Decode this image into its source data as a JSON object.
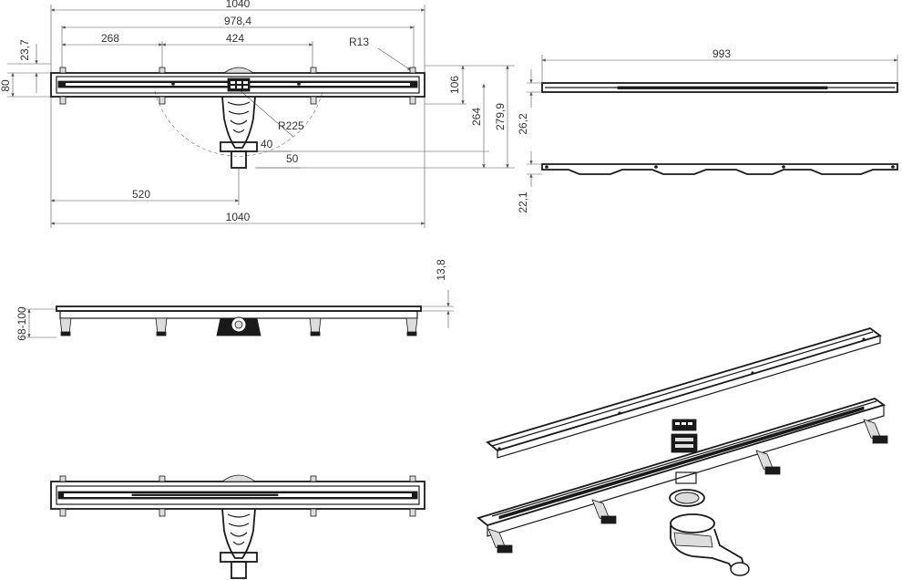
{
  "dimensions": {
    "top_total_length": "1040",
    "top_inner_length": "978,4",
    "top_segment_left": "268",
    "top_segment_right": "424",
    "corner_radius": "R13",
    "edge_offset": "23,7",
    "channel_height": "80",
    "depth_to_outlet": "106",
    "depth_264": "264",
    "depth_279": "279,9",
    "swing_radius": "R225",
    "outlet_inner": "40",
    "outlet_outer": "50",
    "outlet_position": "520",
    "bottom_total_length": "1040",
    "grate_length": "993",
    "grate_height": "26,2",
    "profile_height": "22,1",
    "side_top_thickness": "13,8",
    "side_height_range": "68-100"
  }
}
